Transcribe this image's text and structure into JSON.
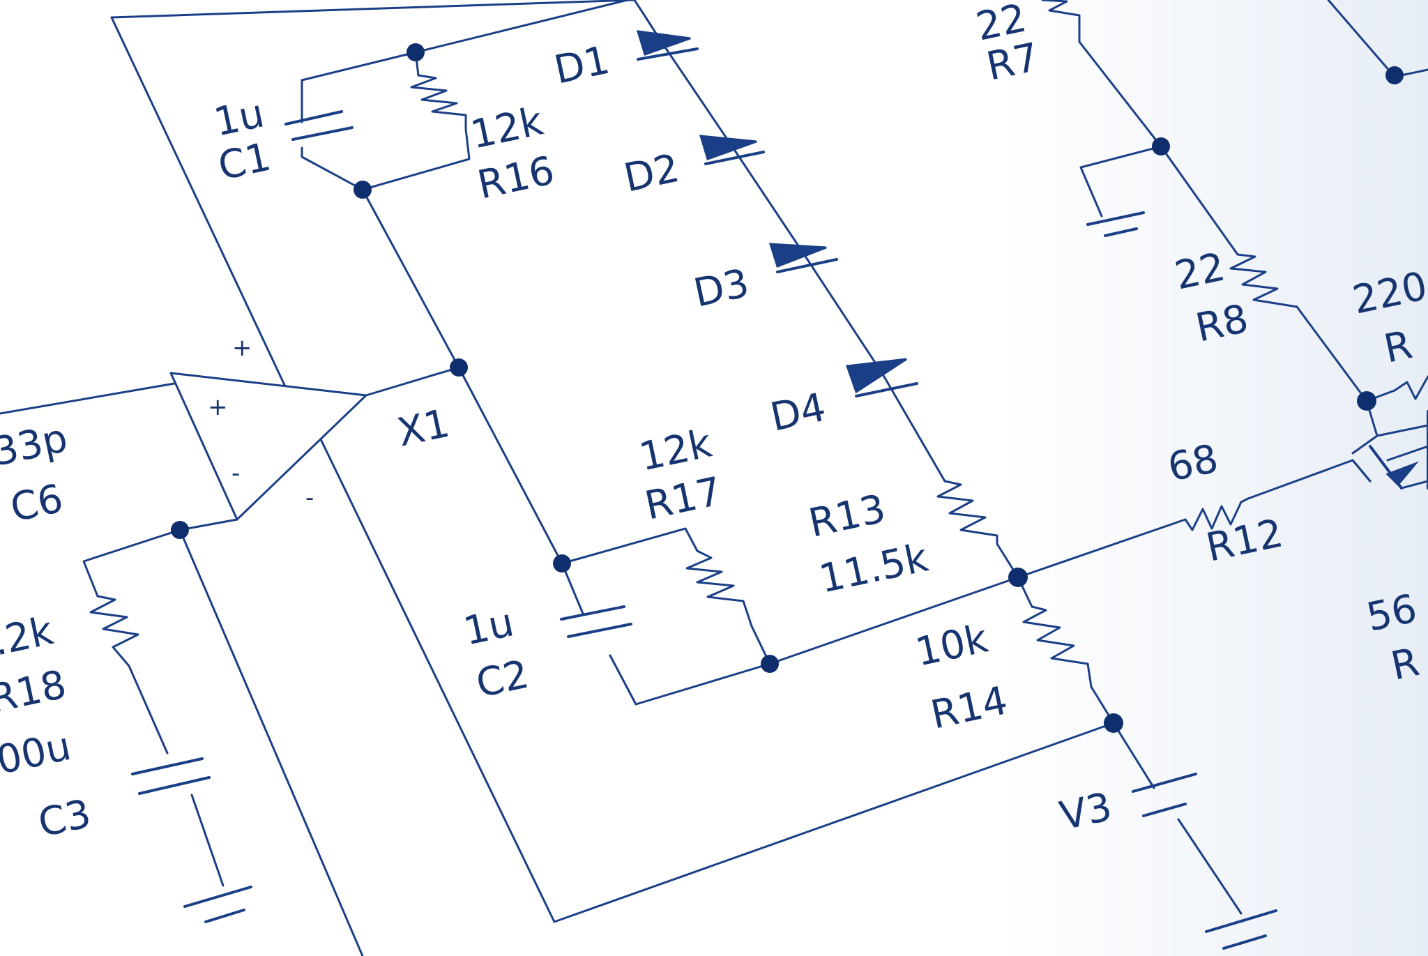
{
  "schematic": {
    "colors": {
      "ink": "#1a3f86",
      "paper": "#ffffff"
    },
    "opamp": {
      "name": "X1",
      "plus": "+",
      "minus": "-"
    },
    "components": {
      "r7": {
        "value": "22",
        "ref": "R7"
      },
      "r8": {
        "value": "22",
        "ref": "R8"
      },
      "r9": {
        "value": "220",
        "ref": "R"
      },
      "r12": {
        "value": "68",
        "ref": "R12"
      },
      "r13": {
        "ref": "R13",
        "value": "11.5k"
      },
      "r14": {
        "value": "10k",
        "ref": "R14"
      },
      "r16": {
        "value": "12k",
        "ref": "R16"
      },
      "r17": {
        "value": "12k",
        "ref": "R17"
      },
      "r18": {
        "value": ".2k",
        "ref": "R18"
      },
      "r56": {
        "value": "56",
        "ref": "R"
      },
      "c1": {
        "value": "1u",
        "ref": "C1"
      },
      "c2": {
        "value": "1u",
        "ref": "C2"
      },
      "c3": {
        "value": "00u",
        "ref": "C3"
      },
      "c6": {
        "value": "33p",
        "ref": "C6"
      },
      "d1": {
        "ref": "D1"
      },
      "d2": {
        "ref": "D2"
      },
      "d3": {
        "ref": "D3"
      },
      "d4": {
        "ref": "D4"
      },
      "v3": {
        "ref": "V3"
      }
    }
  }
}
